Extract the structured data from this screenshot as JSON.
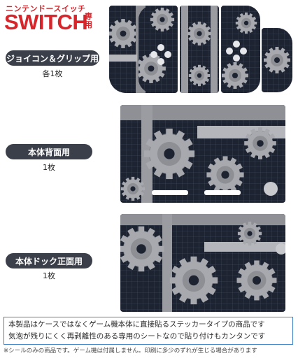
{
  "brand": {
    "top_text": "ニンテンドースイッチ",
    "main_text": "SWITCH",
    "sub_text": "専用"
  },
  "sections": [
    {
      "label": "ジョイコン＆グリップ用",
      "count": "各1枚"
    },
    {
      "label": "本体背面用",
      "count": "1枚"
    },
    {
      "label": "本体ドック正面用",
      "count": "1枚"
    }
  ],
  "notice": {
    "line1": "本製品はケースではなくゲーム機本体に直接貼るステッカータイプの商品です",
    "line2": "気泡が残りにくく再剥離性のある専用のシートなので貼り付けもカンタンです"
  },
  "footnote": "※シールのみの商品です。ゲーム機は付属しません。印刷に多少のずれが生じる場合があります",
  "colors": {
    "accent_red": "#d7262b",
    "label_bg": "#3b3f4a",
    "notice_border": "#3f82c6",
    "skin_dark": "#1d2330",
    "gear_gray": "#a7a9ae"
  }
}
